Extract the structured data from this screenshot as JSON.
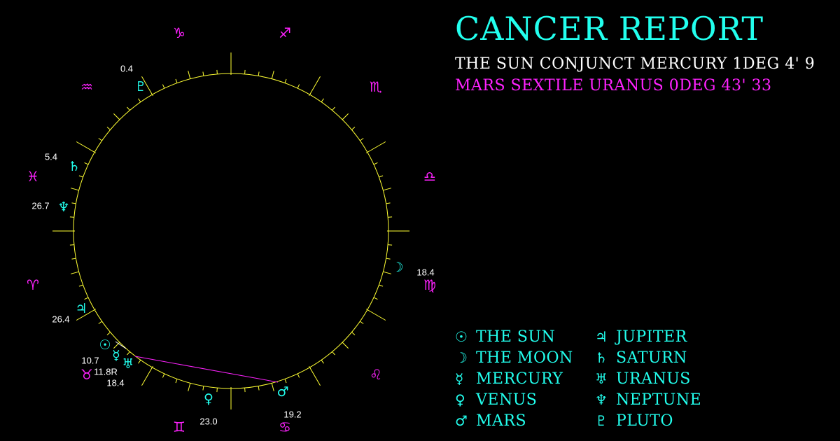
{
  "report": {
    "title": "CANCER REPORT",
    "aspects": [
      {
        "text": "THE SUN CONJUNCT MERCURY 1DEG 4' 9",
        "color": "#ffffff"
      },
      {
        "text": "MARS SEXTILE URANUS 0DEG 43' 33",
        "color": "#ff22ff"
      }
    ]
  },
  "colors": {
    "title": "#22ffee",
    "planet": "#22ffee",
    "sign": "#ff22ff",
    "wheel": "#ffff33",
    "aspect_line": "#ff22ff",
    "degree_text": "#ffffff",
    "background": "#000000"
  },
  "zodiac": [
    {
      "name": "capricorn-sign",
      "glyph": "♑"
    },
    {
      "name": "sagittarius-sign",
      "glyph": "♐"
    },
    {
      "name": "scorpio-sign",
      "glyph": "♏"
    },
    {
      "name": "libra-sign",
      "glyph": "♎"
    },
    {
      "name": "virgo-sign",
      "glyph": "♍"
    },
    {
      "name": "leo-sign",
      "glyph": "♌"
    },
    {
      "name": "cancer-sign",
      "glyph": "♋"
    },
    {
      "name": "gemini-sign",
      "glyph": "♊"
    },
    {
      "name": "taurus-sign",
      "glyph": "♉"
    },
    {
      "name": "aries-sign",
      "glyph": "♈"
    },
    {
      "name": "pisces-sign",
      "glyph": "♓"
    },
    {
      "name": "aquarius-sign",
      "glyph": "♒"
    }
  ],
  "planets": [
    {
      "name": "pluto",
      "glyph": "♇",
      "degree": "0.4"
    },
    {
      "name": "saturn",
      "glyph": "♄",
      "degree": "5.4"
    },
    {
      "name": "neptune",
      "glyph": "♆",
      "degree": "26.7"
    },
    {
      "name": "jupiter",
      "glyph": "♃",
      "degree": "26.4"
    },
    {
      "name": "sun",
      "glyph": "☉",
      "degree": "10.7"
    },
    {
      "name": "mercury",
      "glyph": "☿",
      "degree": "11.8R"
    },
    {
      "name": "uranus",
      "glyph": "♅",
      "degree": "18.4"
    },
    {
      "name": "venus",
      "glyph": "♀",
      "degree": "23.0"
    },
    {
      "name": "mars",
      "glyph": "♂",
      "degree": "19.2"
    },
    {
      "name": "moon",
      "glyph": "☽",
      "degree": "18.4"
    }
  ],
  "legend": [
    {
      "glyph": "☉",
      "label": "THE SUN"
    },
    {
      "glyph": "☽",
      "label": "THE MOON"
    },
    {
      "glyph": "☿",
      "label": "MERCURY"
    },
    {
      "glyph": "♀",
      "label": "VENUS"
    },
    {
      "glyph": "♂",
      "label": "MARS"
    },
    {
      "glyph": "♃",
      "label": "JUPITER"
    },
    {
      "glyph": "♄",
      "label": "SATURN"
    },
    {
      "glyph": "♅",
      "label": "URANUS"
    },
    {
      "glyph": "♆",
      "label": "NEPTUNE"
    },
    {
      "glyph": "♇",
      "label": "PLUTO"
    }
  ]
}
